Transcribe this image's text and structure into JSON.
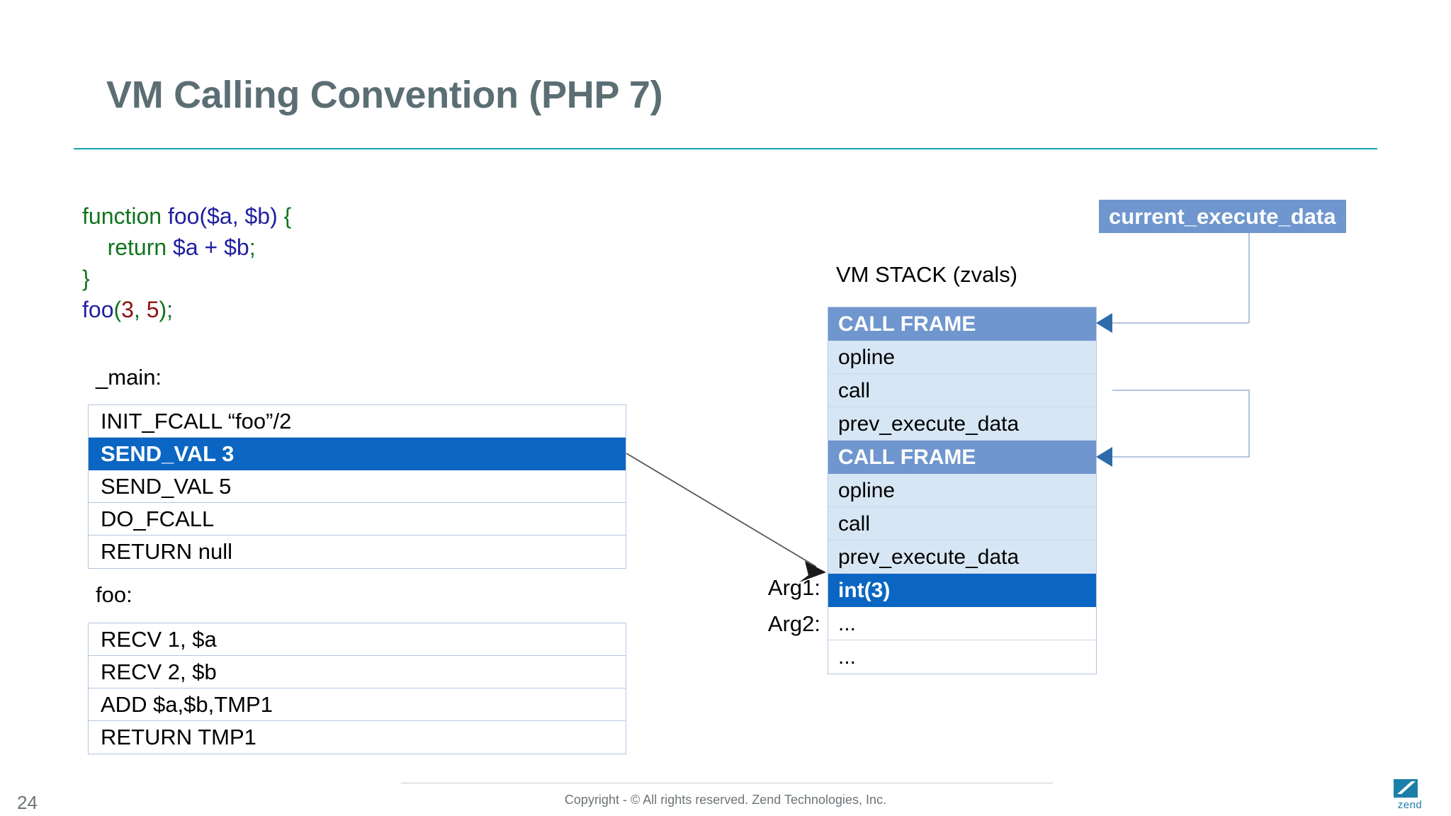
{
  "slide": {
    "title": "VM Calling Convention (PHP 7)",
    "page_number": "24",
    "footer": "Copyright - © All rights reserved. Zend Technologies, Inc.",
    "accent_color": "#17a1b5",
    "highlight_color": "#0a66c2",
    "frame_color": "#6f96ce",
    "field_color": "#d6e6f4"
  },
  "code": {
    "line1_kw": "function ",
    "line1_id": "foo($a, $b)",
    "line1_brace": " {",
    "line2_kw": "    return ",
    "line2_id": "$a + $b",
    "line2_punc": ";",
    "line3": "}",
    "line4_id": "foo",
    "line4_open": "(",
    "line4_num1": "3",
    "line4_comma": ", ",
    "line4_num2": "5",
    "line4_close": ");"
  },
  "opcodes": {
    "main_label": "_main:",
    "main_rows": [
      {
        "text": "INIT_FCALL  “foo”/2",
        "highlighted": false
      },
      {
        "text": "SEND_VAL 3",
        "highlighted": true
      },
      {
        "text": "SEND_VAL 5",
        "highlighted": false
      },
      {
        "text": "DO_FCALL",
        "highlighted": false
      },
      {
        "text": "RETURN null",
        "highlighted": false
      }
    ],
    "foo_label": "foo:",
    "foo_rows": [
      {
        "text": "RECV 1, $a",
        "highlighted": false
      },
      {
        "text": "RECV 2, $b",
        "highlighted": false
      },
      {
        "text": "ADD $a,$b,TMP1",
        "highlighted": false
      },
      {
        "text": "RETURN TMP1",
        "highlighted": false
      }
    ]
  },
  "stack": {
    "label": "VM STACK (zvals)",
    "rows": [
      {
        "text": "CALL FRAME",
        "kind": "frame"
      },
      {
        "text": "opline",
        "kind": "field"
      },
      {
        "text": "call",
        "kind": "field"
      },
      {
        "text": "prev_execute_data",
        "kind": "field"
      },
      {
        "text": "CALL FRAME",
        "kind": "frame"
      },
      {
        "text": "opline",
        "kind": "field"
      },
      {
        "text": "call",
        "kind": "field"
      },
      {
        "text": "prev_execute_data",
        "kind": "field"
      },
      {
        "text": "int(3)",
        "kind": "arg"
      },
      {
        "text": "...",
        "kind": "empty"
      },
      {
        "text": "...",
        "kind": "empty"
      }
    ],
    "arg1_label": "Arg1:",
    "arg2_label": "Arg2:"
  },
  "pointer": {
    "badge_label": "current_execute_data"
  }
}
